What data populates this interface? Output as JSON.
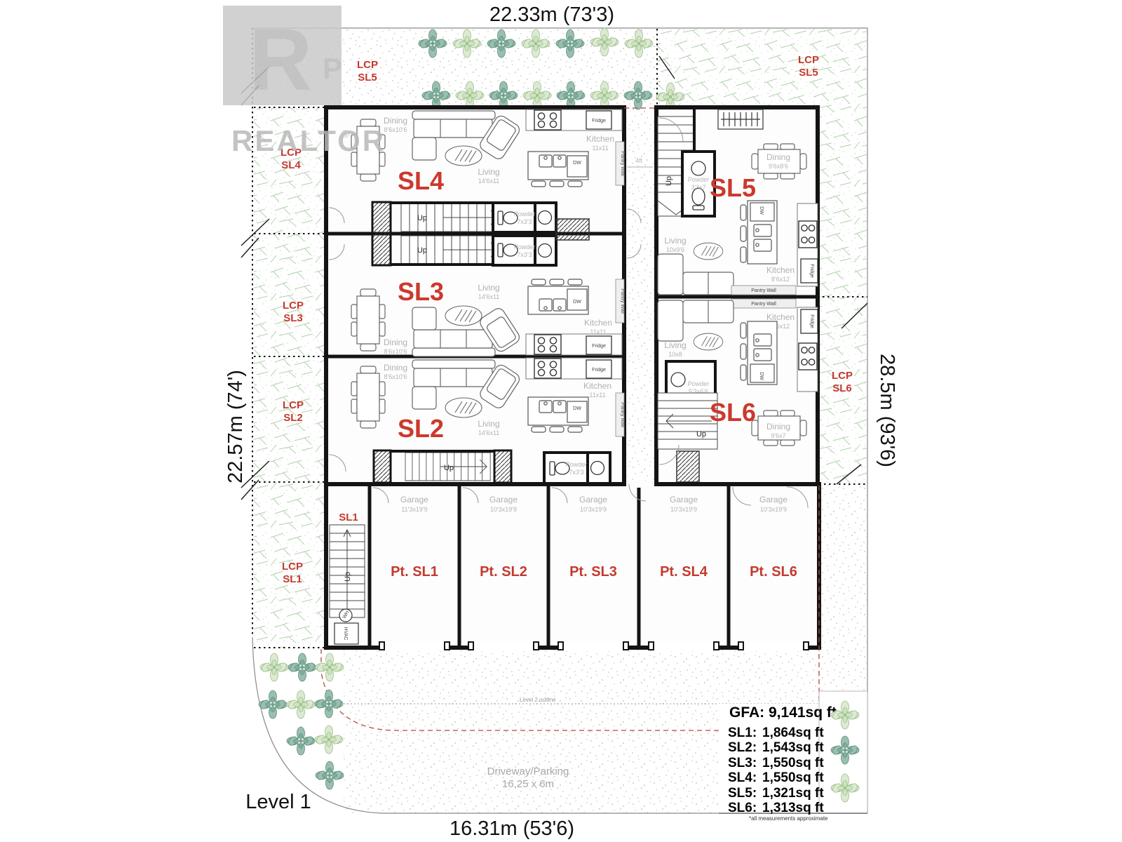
{
  "dimensions": {
    "top": "22.33m (73'3)",
    "bottom": "16.31m (53'6)",
    "left": "22.57m (74')",
    "right": "28.5m (93'6)",
    "gap": "4ft"
  },
  "level": {
    "label": "Level 1",
    "outline_note": "Level 2 outline"
  },
  "watermark": {
    "letter": "R",
    "stray": "P",
    "brand": "REALTOR",
    "registered": "®"
  },
  "lcp": {
    "top_left": [
      "LCP",
      "SL5"
    ],
    "top_right": [
      "LCP",
      "SL5"
    ],
    "left_sl4": [
      "LCP",
      "SL4"
    ],
    "left_sl3": [
      "LCP",
      "SL3"
    ],
    "left_sl2": [
      "LCP",
      "SL2"
    ],
    "left_sl1": [
      "LCP",
      "SL1"
    ],
    "right_sl6": [
      "LCP",
      "SL6"
    ]
  },
  "units": {
    "sl4": {
      "name": "SL4",
      "dining": [
        "Dining",
        "8'6x10'6"
      ],
      "living": [
        "Living",
        "14'6x11"
      ],
      "kitchen": [
        "Kitchen",
        "11x11"
      ],
      "powder": [
        "Powder",
        "7x3'3"
      ],
      "pantry": "Pantry Wall",
      "fridge": "Fridge",
      "dw": "DW",
      "up": "Up"
    },
    "sl3": {
      "name": "SL3",
      "dining": [
        "Dining",
        "8'6x10'6"
      ],
      "living": [
        "Living",
        "14'6x11"
      ],
      "kitchen": [
        "Kitchen",
        "11x11"
      ],
      "powder": [
        "Powder",
        "7x3'3"
      ],
      "pantry": "Pantry Wall",
      "fridge": "Fridge",
      "dw": "DW",
      "up": "Up"
    },
    "sl2": {
      "name": "SL2",
      "dining": [
        "Dining",
        "8'6x10'6"
      ],
      "living": [
        "Living",
        "14'6x11"
      ],
      "kitchen": [
        "Kitchen",
        "11x11"
      ],
      "powder": [
        "Powder",
        "7x3'3"
      ],
      "pantry": "Pantry Wall",
      "fridge": "Fridge",
      "dw": "DW",
      "up": "Up"
    },
    "sl5": {
      "name": "SL5",
      "dining": [
        "Dining",
        "9'6x8'6"
      ],
      "living": [
        "Living",
        "10x9'6"
      ],
      "kitchen": [
        "Kitchen",
        "8'6x12"
      ],
      "powder": [
        "Powder",
        "3'3x7"
      ],
      "pantry": "Pantry Wall",
      "fridge": "Fridge",
      "dw": "DW",
      "up": "Up"
    },
    "sl6": {
      "name": "SL6",
      "dining": [
        "Dining",
        "9'6x7"
      ],
      "living": [
        "Living",
        "10x8"
      ],
      "kitchen": [
        "Kitchen",
        "8'6x12"
      ],
      "powder": [
        "Powder",
        "5'3x6'6"
      ],
      "pantry": "Pantry Wall",
      "fridge": "Fridge",
      "dw": "DW",
      "up": "Up"
    },
    "sl1": {
      "name": "SL1",
      "up": "Up",
      "wh": "WH",
      "hvac": "HVAC"
    }
  },
  "garages": {
    "bays": [
      {
        "label": "Pt. SL1",
        "type": "Garage",
        "size": "11'3x19'9"
      },
      {
        "label": "Pt. SL2",
        "type": "Garage",
        "size": "10'3x19'9"
      },
      {
        "label": "Pt. SL3",
        "type": "Garage",
        "size": "10'3x19'9"
      },
      {
        "label": "Pt. SL4",
        "type": "Garage",
        "size": "10'3x19'9"
      },
      {
        "label": "Pt. SL6",
        "type": "Garage",
        "size": "10'3x19'9"
      }
    ]
  },
  "site": {
    "driveway": [
      "Driveway/Parking",
      "16.25 x 6m"
    ]
  },
  "gfa": {
    "title": "GFA: 9,141sq ft",
    "note": "*all measurements approximate",
    "rows": [
      {
        "unit": "SL1:",
        "area": "1,864sq ft"
      },
      {
        "unit": "SL2:",
        "area": "1,543sq ft"
      },
      {
        "unit": "SL3:",
        "area": "1,550sq ft"
      },
      {
        "unit": "SL4:",
        "area": "1,550sq ft"
      },
      {
        "unit": "SL5:",
        "area": "1,321sq ft"
      },
      {
        "unit": "SL6:",
        "area": "1,313sq ft"
      }
    ]
  }
}
